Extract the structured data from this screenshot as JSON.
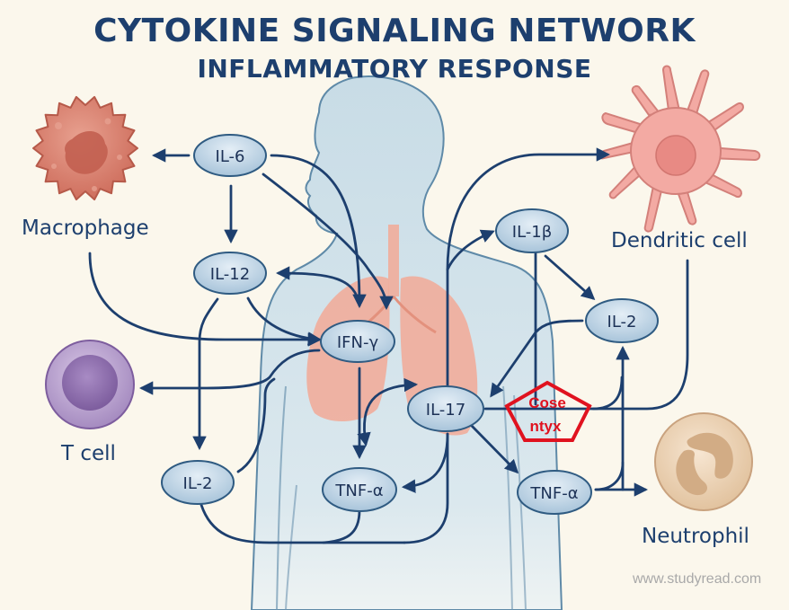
{
  "title": "CYTOKINE SIGNALING NETWORK",
  "subtitle": "INFLAMMATORY RESPONSE",
  "colors": {
    "background": "#fbf7ec",
    "title": "#1d3f6e",
    "arrow": "#1d3f6e",
    "node_fill": "#c9dceb",
    "node_stroke": "#2f5b82",
    "body_fill": "#d3e3ea",
    "lungs": "#f2a996",
    "drug_annotation": "#e0121f",
    "macrophage": "#d87c6a",
    "dendritic": "#f0a39d",
    "t_cell": "#9b7fb5",
    "neutrophil": "#e9cfb0"
  },
  "cells": {
    "macrophage": "Macrophage",
    "dendritic": "Dendritic cell",
    "t_cell": "T cell",
    "neutrophil": "Neutrophil"
  },
  "nodes": {
    "il6": "IL-6",
    "il12": "IL-12",
    "ifng": "IFN-γ",
    "il2_left": "IL-2",
    "tnfa_center": "TNF-α",
    "il17": "IL-17",
    "il1b": "IL-1β",
    "il2_right": "IL-2",
    "tnfa_right": "TNF-α"
  },
  "edges": [
    {
      "from": "IL-6",
      "to": "Macrophage"
    },
    {
      "from": "IL-6",
      "to": "IL-12"
    },
    {
      "from": "IL-6",
      "to": "IFN-γ"
    },
    {
      "from": "IL-6",
      "to": "IFN-γ"
    },
    {
      "from": "IFN-γ",
      "to": "IL-12"
    },
    {
      "from": "IL-12",
      "to": "IFN-γ"
    },
    {
      "from": "IL-12",
      "to": "IL-2"
    },
    {
      "from": "Macrophage",
      "to": "IFN-γ"
    },
    {
      "from": "IFN-γ",
      "to": "T cell"
    },
    {
      "from": "IL-2",
      "to": "T cell"
    },
    {
      "from": "IFN-γ",
      "to": "TNF-α"
    },
    {
      "from": "IL-17",
      "to": "TNF-α"
    },
    {
      "from": "TNF-α",
      "to": "IL-17"
    },
    {
      "from": "IL-17",
      "to": "IL-1β"
    },
    {
      "from": "IL-17",
      "to": "Dendritic cell"
    },
    {
      "from": "IL-1β",
      "to": "IL-2"
    },
    {
      "from": "IL-2",
      "to": "IL-17"
    },
    {
      "from": "IL-17",
      "to": "TNF-α"
    },
    {
      "from": "TNF-α",
      "to": "Neutrophil"
    },
    {
      "from": "TNF-α",
      "to": "IL-2"
    },
    {
      "from": "Dendritic cell",
      "to": "IL-17"
    }
  ],
  "annotation": {
    "line1": "Cose",
    "line2": "ntyx"
  },
  "watermark": "www.studyread.com"
}
